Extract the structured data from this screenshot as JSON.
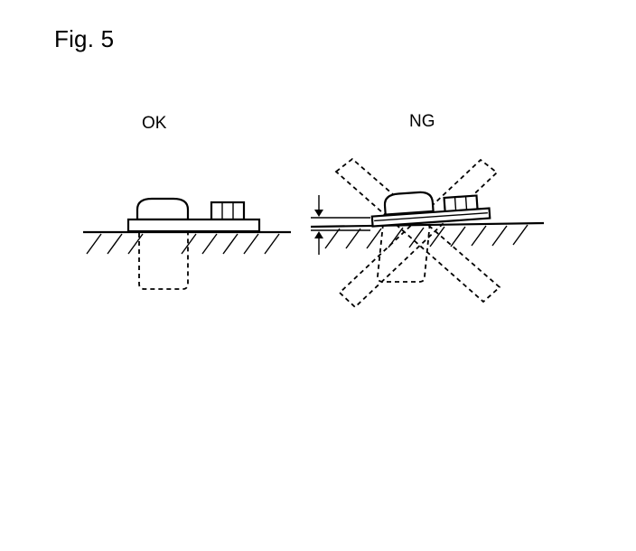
{
  "figure": {
    "title": "Fig. 5"
  },
  "panels": {
    "ok": {
      "label": "OK"
    },
    "ng": {
      "label": "NG"
    }
  },
  "colors": {
    "ink": "#000000",
    "background": "#ffffff"
  }
}
